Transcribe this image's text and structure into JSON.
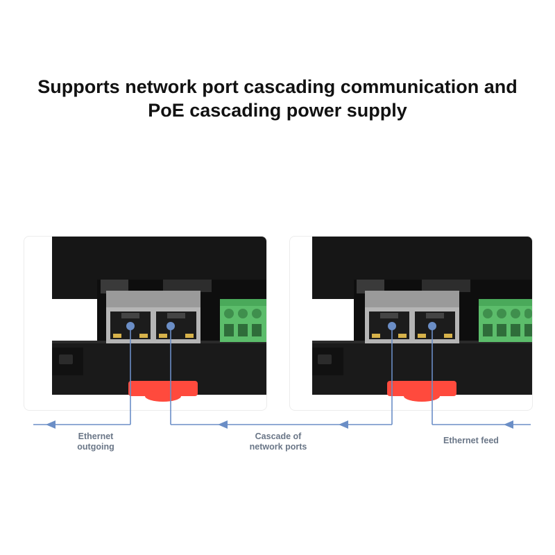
{
  "title": {
    "line1": "Supports network port cascading communication and",
    "line2": "PoE cascading power supply"
  },
  "labels": {
    "ethernet_outgoing_l1": "Ethernet",
    "ethernet_outgoing_l2": "outgoing",
    "cascade_l1": "Cascade of",
    "cascade_l2": "network ports",
    "ethernet_feed": "Ethernet feed"
  },
  "colors": {
    "arrow": "#6b8ec6",
    "device_body": "#141414",
    "terminal_block": "#5cbd6b",
    "din_clip": "#ff4a3d",
    "label_text": "#6a7687"
  }
}
